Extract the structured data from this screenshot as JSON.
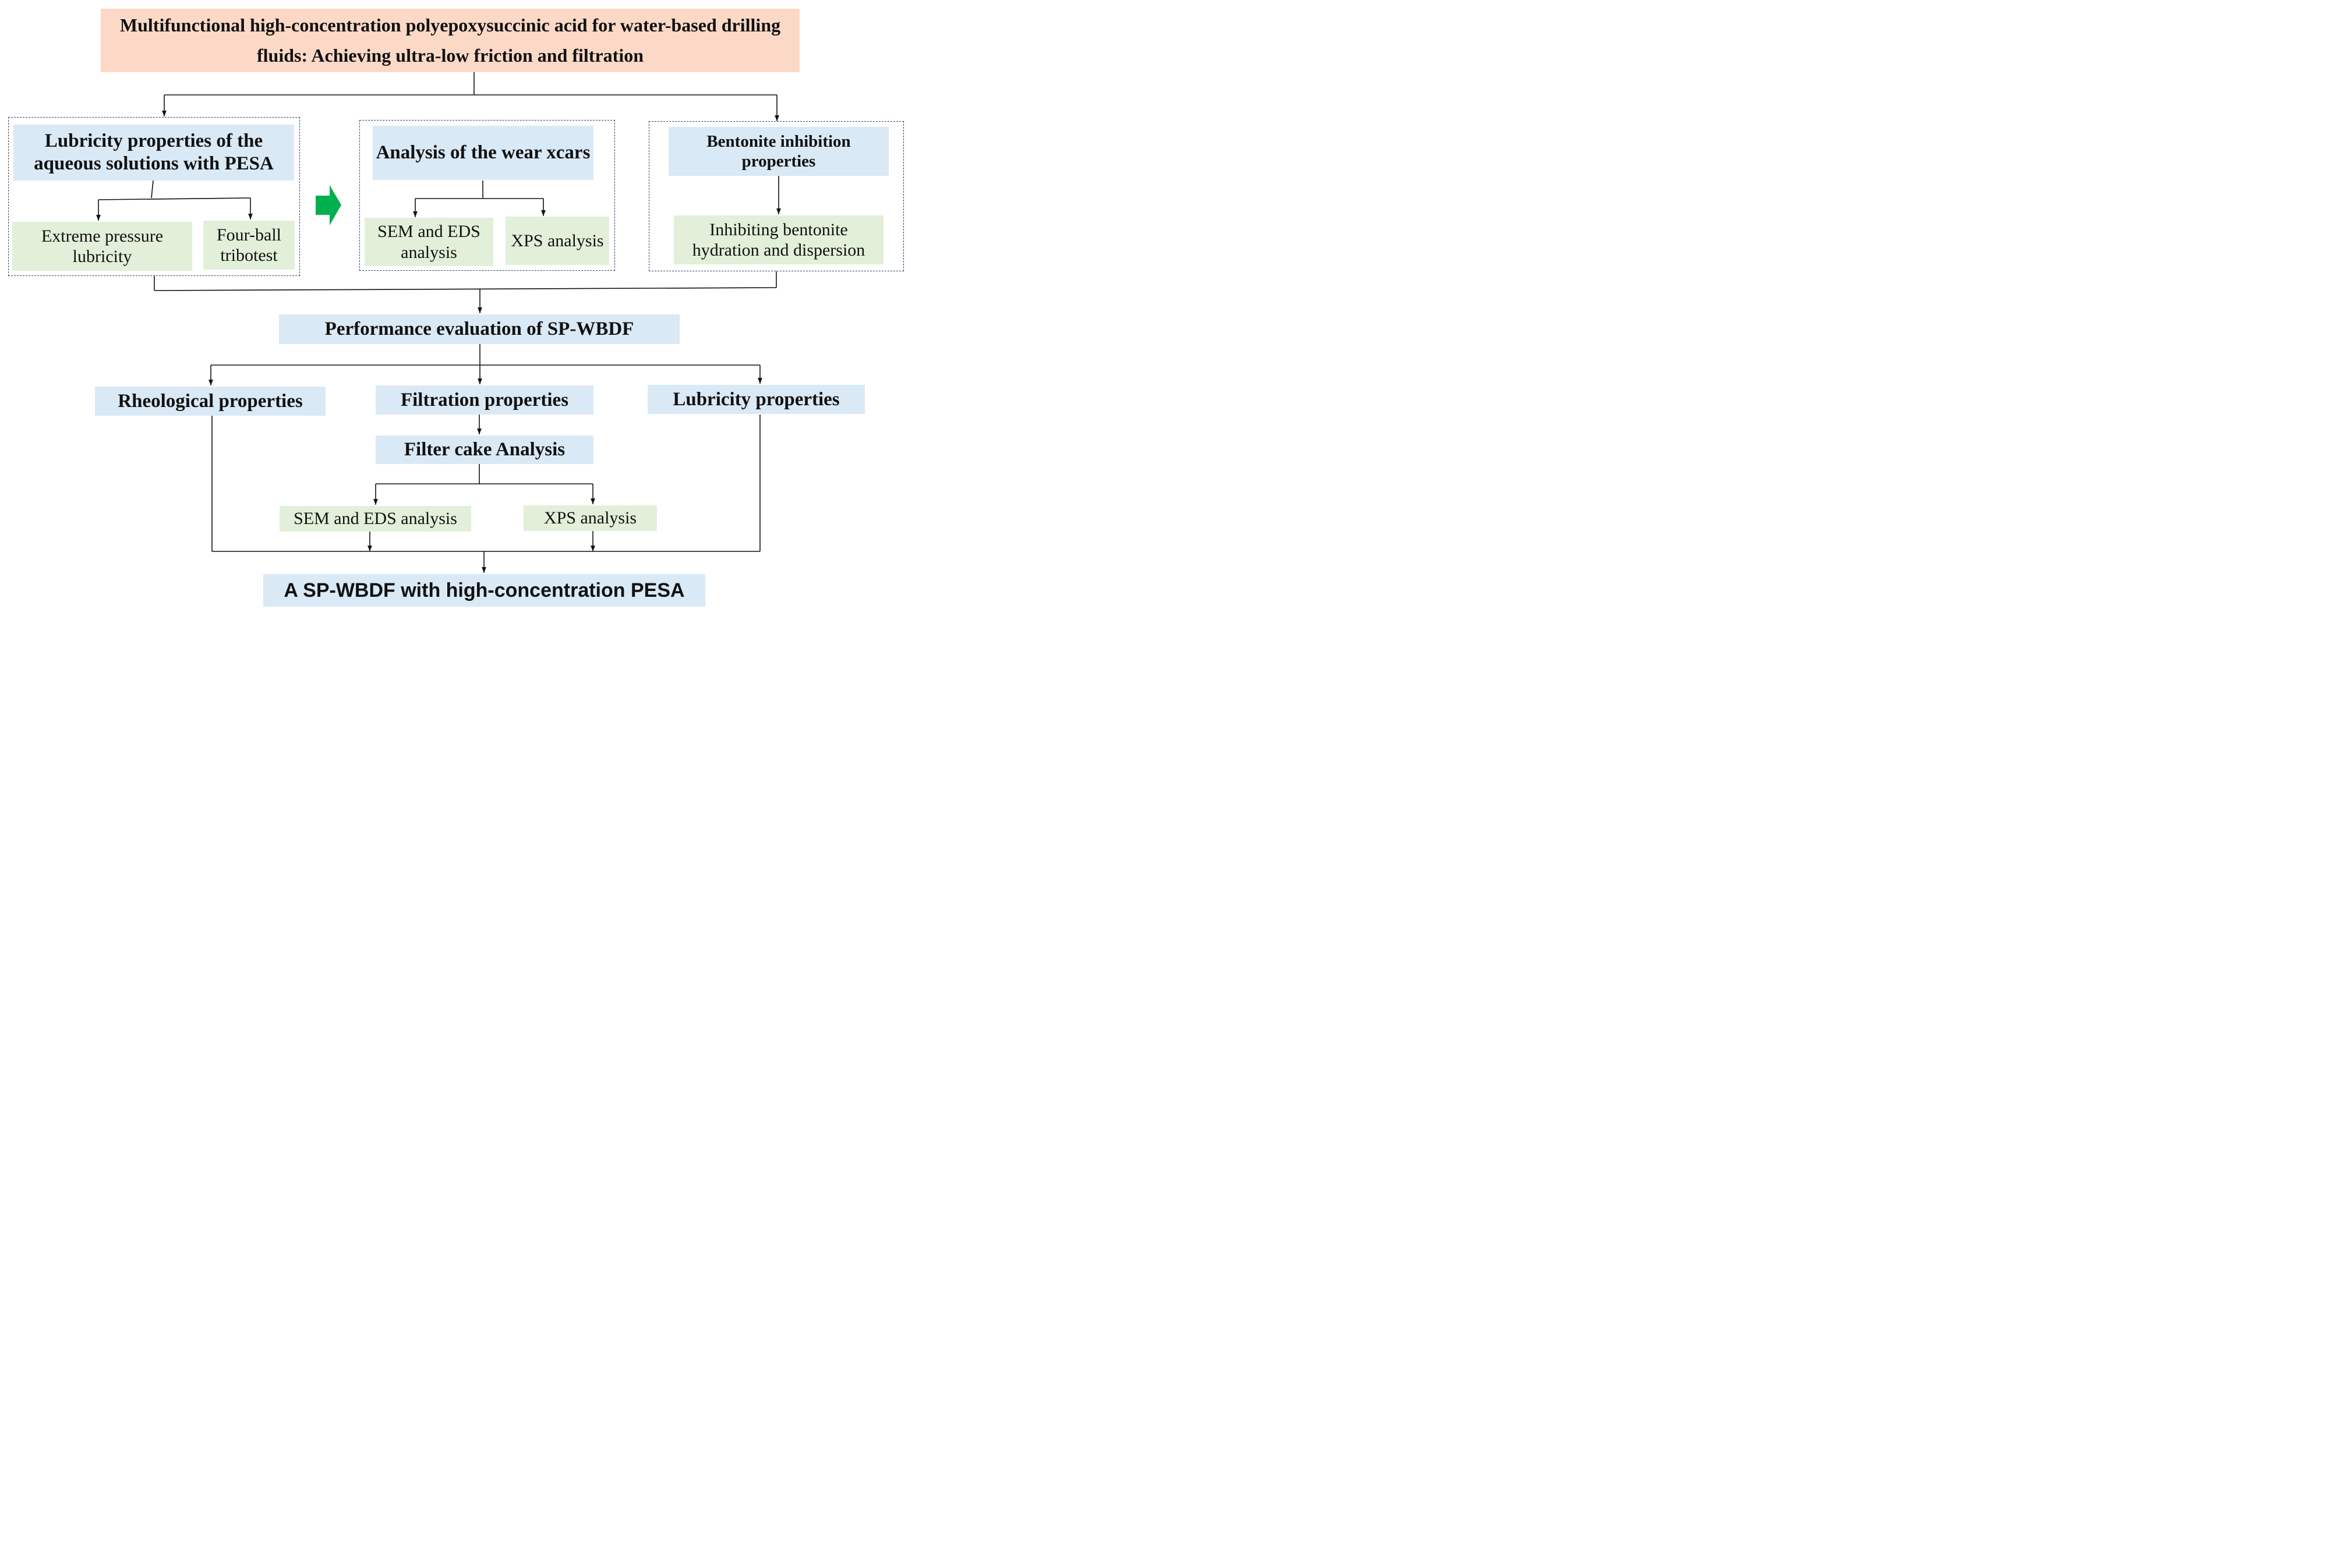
{
  "title": "Multifunctional high-concentration polyepoxysuccinic acid for water-based drilling fluids: Achieving ultra-low friction and filtration",
  "colors": {
    "title_fill": "#fbd9c6",
    "heading_fill": "#dae9f6",
    "method_fill": "#e2f0d9",
    "arrow_green": "#00b04f",
    "line": "#111111",
    "group_border": "#2f3f6b"
  },
  "groups": {
    "lubricity": {
      "heading": "Lubricity properties of the aqueous solutions with PESA",
      "methods": [
        "Extreme pressure lubricity",
        "Four-ball tribotest"
      ]
    },
    "wear": {
      "heading": "Analysis of the wear xcars",
      "methods": [
        "SEM and EDS analysis",
        "XPS analysis"
      ]
    },
    "bentonite": {
      "heading": "Bentonite inhibition properties",
      "methods": [
        "Inhibiting bentonite hydration and dispersion"
      ]
    }
  },
  "evaluation": {
    "heading": "Performance evaluation of SP-WBDF",
    "properties": [
      "Rheological properties",
      "Filtration properties",
      "Lubricity properties"
    ],
    "filter_cake": "Filter cake Analysis",
    "filter_cake_methods": [
      "SEM and EDS analysis",
      "XPS analysis"
    ]
  },
  "result": "A SP-WBDF with high-concentration PESA",
  "icons": {
    "group_arrow": "right-arrow-icon"
  }
}
